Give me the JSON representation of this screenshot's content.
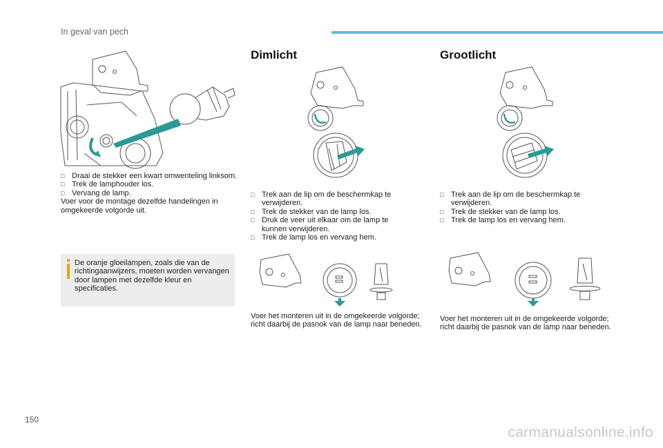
{
  "header": {
    "title": "In geval van pech"
  },
  "page_number": "150",
  "left": {
    "steps": [
      "Draai de stekker een kwart omwenteling linksom.",
      "Trek de lamphouder los.",
      "Vervang de lamp."
    ],
    "paragraph": "Voer voor de montage dezelfde handelingen in omgekeerde volgorde uit.",
    "tip": "De oranje gloeilampen, zoals die van de richtingaanwijzers, moeten worden vervangen door lampen met dezelfde kleur en specificaties."
  },
  "dimlicht": {
    "title": "Dimlicht",
    "steps": [
      "Trek aan de lip om de beschermkap te verwijderen.",
      "Trek de stekker van de lamp los.",
      "Druk de veer uit elkaar om de lamp te kunnen verwijderen.",
      "Trek de lamp los en vervang hem."
    ],
    "paragraph": "Voer het monteren uit in de omgekeerde volgorde; richt daarbij de pasnok van de lamp naar beneden."
  },
  "grootlicht": {
    "title": "Grootlicht",
    "steps": [
      "Trek aan de lip om de beschermkap te verwijderen.",
      "Trek de stekker van de lamp los.",
      "Trek de lamp los en vervang hem."
    ],
    "paragraph": "Voer het monteren uit in de omgekeerde volgorde; richt daarbij de pasnok van de lamp naar beneden."
  },
  "watermark": "carmanualsonline.info",
  "colors": {
    "accent": "#58c0dc",
    "tip_bg": "#eceeee",
    "arrow": "#2a9a96",
    "tip_mark": "#e8a020"
  }
}
